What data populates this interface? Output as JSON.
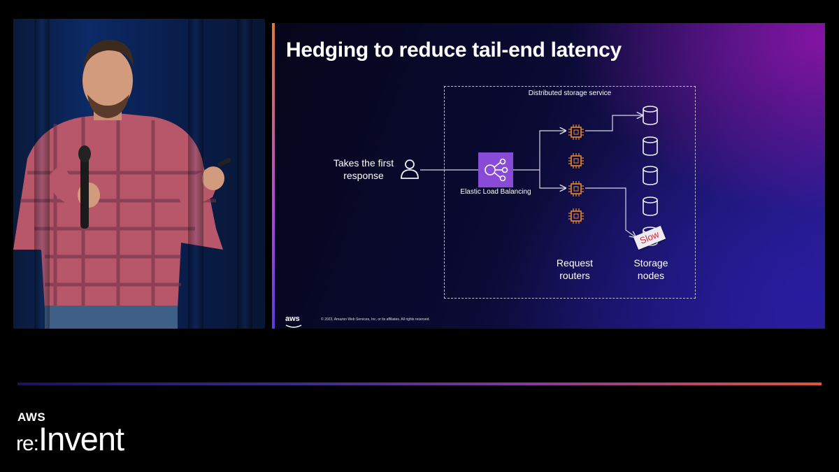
{
  "slide": {
    "title": "Hedging to reduce tail-end latency",
    "box_label": "Distributed storage service",
    "client_label": "Takes the first response",
    "elb_label": "Elastic Load Balancing",
    "routers_label": "Request routers",
    "storage_label": "Storage nodes",
    "slow_tag": "Slow",
    "aws_mark": "aws",
    "copyright": "© 2023, Amazon Web Services, Inc. or its affiliates. All rights reserved."
  },
  "icons": {
    "client": "user-icon",
    "elb": "elastic-load-balancing-icon",
    "router": "chip-icon",
    "storage": "database-icon"
  },
  "branding": {
    "aws": "AWS",
    "event_re": "re:",
    "event_name": "Invent"
  },
  "colors": {
    "accent_orange": "#e07a3a",
    "elb_purple": "#8a4ad8",
    "slow_red": "#d3202f"
  }
}
